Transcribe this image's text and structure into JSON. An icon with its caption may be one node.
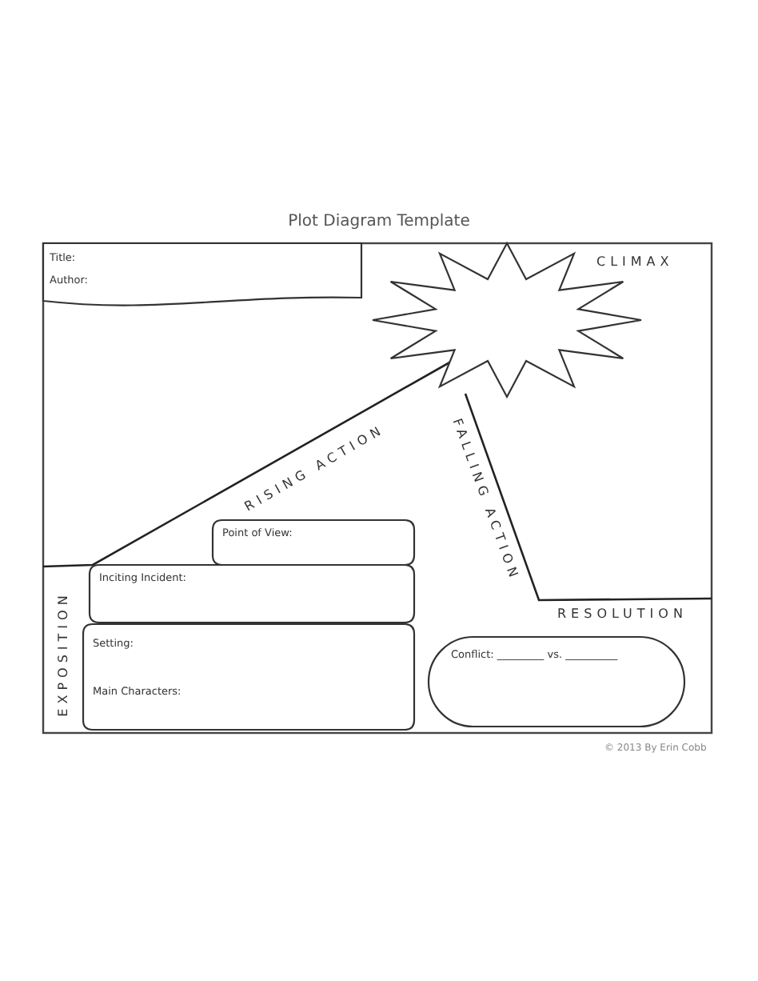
{
  "diagram": {
    "title": "Plot Diagram Template",
    "nodes": [
      {
        "text": [
          "Title:",
          "Author:"
        ]
      },
      {
        "text": [],
        "shape": "star"
      },
      {
        "text": [
          "Point of View:"
        ]
      },
      {
        "text": [
          "Inciting Incident:"
        ]
      },
      {
        "text": [
          "Setting:",
          "Main Characters:"
        ]
      },
      {
        "text": [
          "Conflict: _________ vs. __________"
        ]
      }
    ],
    "edges": [],
    "labels": [
      "CLIMAX",
      "RISING ACTION",
      "FALLING ACTION",
      "EXPOSITION",
      "RESOLUTION",
      "© 2013 By Erin Cobb"
    ]
  }
}
